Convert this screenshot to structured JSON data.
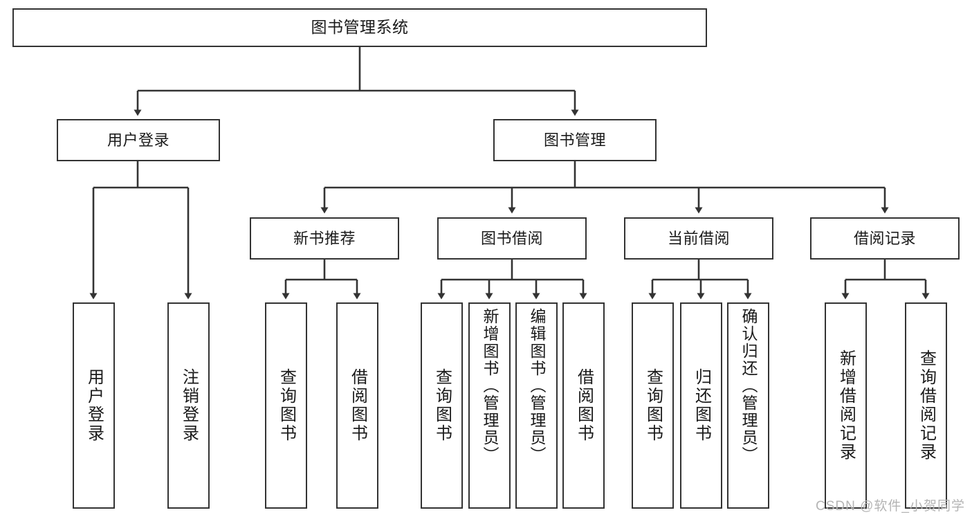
{
  "diagram": {
    "title": "图书管理系统",
    "type": "tree",
    "orientation": "top-down",
    "line_color": "#333333",
    "box_fill": "#ffffff",
    "text_color": "#1a1a1a"
  },
  "watermark": {
    "text": "CSDN @软件_小贺同学",
    "color": "#b4b4b4"
  },
  "nodes": {
    "root": {
      "label": "图书管理系统",
      "level": 0
    },
    "level1": [
      {
        "id": "user-login",
        "label": "用户登录"
      },
      {
        "id": "book-manage",
        "label": "图书管理"
      }
    ],
    "level2": [
      {
        "id": "new-book-recommend",
        "label": "新书推荐",
        "parent": "book-manage"
      },
      {
        "id": "book-borrow",
        "label": "图书借阅",
        "parent": "book-manage"
      },
      {
        "id": "current-borrow",
        "label": "当前借阅",
        "parent": "book-manage"
      },
      {
        "id": "borrow-record",
        "label": "借阅记录",
        "parent": "book-manage"
      }
    ],
    "leaves": {
      "user-login": [
        {
          "id": "leaf-user-login",
          "label": "用户登录"
        },
        {
          "id": "leaf-user-logout",
          "label": "注销登录"
        }
      ],
      "new-book-recommend": [
        {
          "id": "leaf-query-book-1",
          "label": "查询图书"
        },
        {
          "id": "leaf-borrow-book-1",
          "label": "借阅图书"
        }
      ],
      "book-borrow": [
        {
          "id": "leaf-query-book-2",
          "label": "查询图书"
        },
        {
          "id": "leaf-add-book",
          "label": "新增图书（管理员）"
        },
        {
          "id": "leaf-edit-book",
          "label": "编辑图书（管理员）"
        },
        {
          "id": "leaf-borrow-book-2",
          "label": "借阅图书"
        }
      ],
      "current-borrow": [
        {
          "id": "leaf-query-book-3",
          "label": "查询图书"
        },
        {
          "id": "leaf-return-book",
          "label": "归还图书"
        },
        {
          "id": "leaf-confirm-return",
          "label": "确认归还（管理员）"
        }
      ],
      "borrow-record": [
        {
          "id": "leaf-add-record",
          "label": "新增借阅记录"
        },
        {
          "id": "leaf-query-record",
          "label": "查询借阅记录"
        }
      ]
    }
  },
  "chart_data": {
    "type": "table",
    "title": "图书管理系统 功能结构图",
    "hierarchy": [
      {
        "name": "图书管理系统",
        "children": [
          {
            "name": "用户登录",
            "children": [
              {
                "name": "用户登录"
              },
              {
                "name": "注销登录"
              }
            ]
          },
          {
            "name": "图书管理",
            "children": [
              {
                "name": "新书推荐",
                "children": [
                  {
                    "name": "查询图书"
                  },
                  {
                    "name": "借阅图书"
                  }
                ]
              },
              {
                "name": "图书借阅",
                "children": [
                  {
                    "name": "查询图书"
                  },
                  {
                    "name": "新增图书（管理员）"
                  },
                  {
                    "name": "编辑图书（管理员）"
                  },
                  {
                    "name": "借阅图书"
                  }
                ]
              },
              {
                "name": "当前借阅",
                "children": [
                  {
                    "name": "查询图书"
                  },
                  {
                    "name": "归还图书"
                  },
                  {
                    "name": "确认归还（管理员）"
                  }
                ]
              },
              {
                "name": "借阅记录",
                "children": [
                  {
                    "name": "新增借阅记录"
                  },
                  {
                    "name": "查询借阅记录"
                  }
                ]
              }
            ]
          }
        ]
      }
    ]
  }
}
